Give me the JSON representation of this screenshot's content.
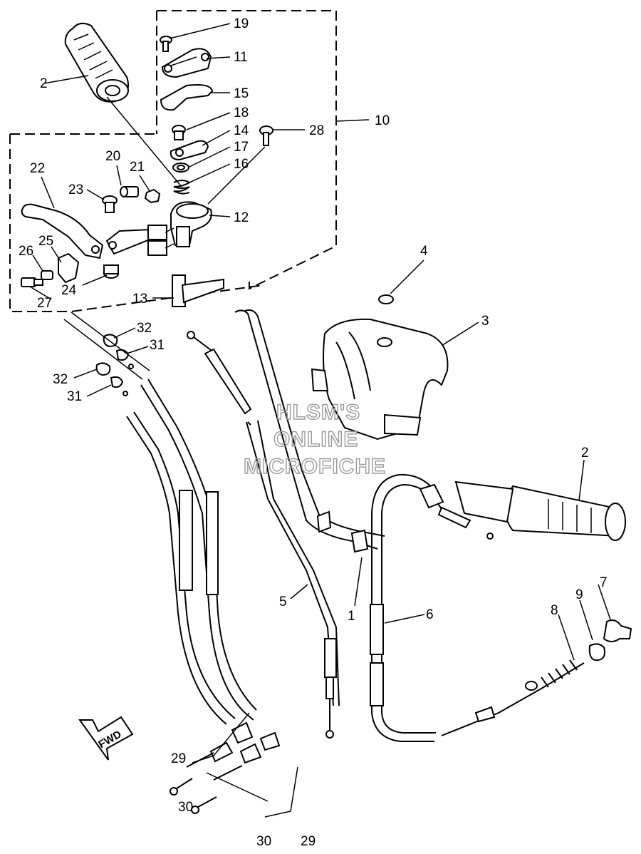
{
  "callouts": {
    "c1": "1",
    "c2a": "2",
    "c2b": "2",
    "c3": "3",
    "c4": "4",
    "c5": "5",
    "c6": "6",
    "c7": "7",
    "c8": "8",
    "c9": "9",
    "c10": "10",
    "c11": "11",
    "c12": "12",
    "c13": "13",
    "c14": "14",
    "c15": "15",
    "c16": "16",
    "c17": "17",
    "c18": "18",
    "c19": "19",
    "c20": "20",
    "c21": "21",
    "c22": "22",
    "c23": "23",
    "c24": "24",
    "c25": "25",
    "c26": "26",
    "c27": "27",
    "c28": "28",
    "c29a": "29",
    "c29b": "29",
    "c30a": "30",
    "c30b": "30",
    "c31a": "31",
    "c31b": "31",
    "c32a": "32",
    "c32b": "32"
  },
  "watermark": {
    "line1": "HLSM'S",
    "line2": "ONLINE",
    "line3": "MICROFICHE"
  },
  "direction_arrow": {
    "label": "FWD"
  }
}
